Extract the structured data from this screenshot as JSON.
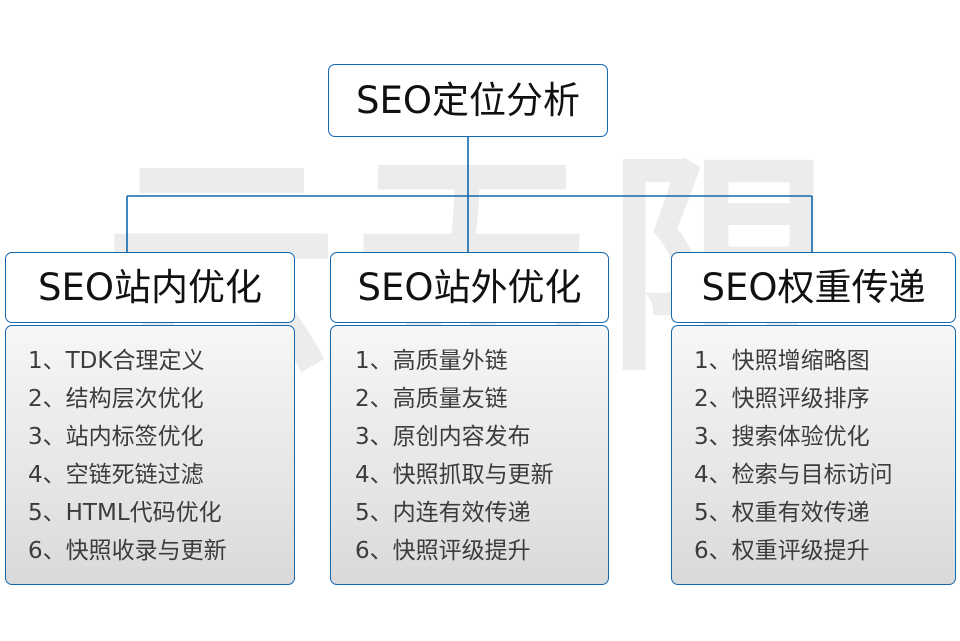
{
  "watermark": {
    "text": "云无限"
  },
  "colors": {
    "border_blue": "#1368b0",
    "connector_blue": "#1368b0",
    "text_dark": "#111111",
    "list_text": "#3c3c3c",
    "panel_gradient_top": "#f7f7f7",
    "panel_gradient_bottom": "#d9d9d9",
    "background": "#ffffff"
  },
  "root": {
    "title": "SEO定位分析"
  },
  "columns": [
    {
      "title": "SEO站内优化",
      "items": [
        "1、TDK合理定义",
        "2、结构层次优化",
        "3、站内标签优化",
        "4、空链死链过滤",
        "5、HTML代码优化",
        "6、快照收录与更新"
      ]
    },
    {
      "title": "SEO站外优化",
      "items": [
        "1、高质量外链",
        "2、高质量友链",
        "3、原创内容发布",
        "4、快照抓取与更新",
        "5、内连有效传递",
        "6、快照评级提升"
      ]
    },
    {
      "title": "SEO权重传递",
      "items": [
        "1、快照增缩略图",
        "2、快照评级排序",
        "3、搜索体验优化",
        "4、检索与目标访问",
        "5、权重有效传递",
        "6、权重评级提升"
      ]
    }
  ]
}
